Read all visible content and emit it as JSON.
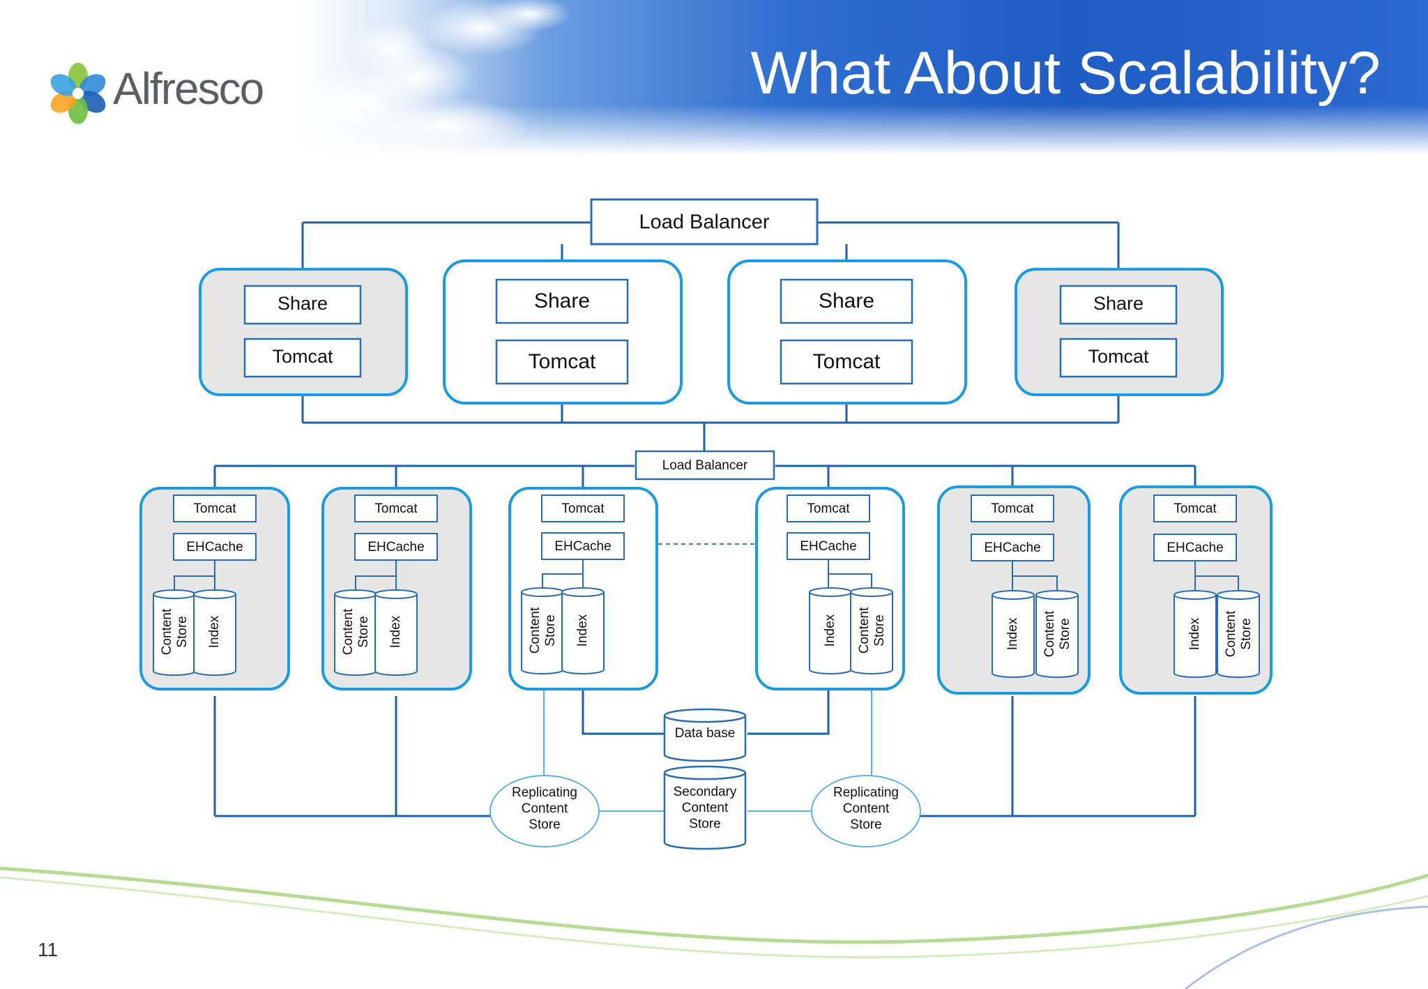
{
  "slide": {
    "title": "What About Scalability?",
    "logo_text": "Alfresco",
    "page_number": "11"
  },
  "diagram": {
    "top_load_balancer": "Load Balancer",
    "share_tier": [
      {
        "share": "Share",
        "tomcat": "Tomcat"
      },
      {
        "share": "Share",
        "tomcat": "Tomcat"
      },
      {
        "share": "Share",
        "tomcat": "Tomcat"
      },
      {
        "share": "Share",
        "tomcat": "Tomcat"
      }
    ],
    "mid_load_balancer": "Load Balancer",
    "repo_tier": [
      {
        "tomcat": "Tomcat",
        "cache": "EHCache",
        "store_a": [
          "Content",
          "Store"
        ],
        "store_b": "Index"
      },
      {
        "tomcat": "Tomcat",
        "cache": "EHCache",
        "store_a": [
          "Content",
          "Store"
        ],
        "store_b": "Index"
      },
      {
        "tomcat": "Tomcat",
        "cache": "EHCache",
        "store_a": [
          "Content",
          "Store"
        ],
        "store_b": "Index"
      },
      {
        "tomcat": "Tomcat",
        "cache": "EHCache",
        "store_a": "Index",
        "store_b": [
          "Content",
          "Store"
        ]
      },
      {
        "tomcat": "Tomcat",
        "cache": "EHCache",
        "store_a": "Index",
        "store_b": [
          "Content",
          "Store"
        ]
      },
      {
        "tomcat": "Tomcat",
        "cache": "EHCache",
        "store_a": "Index",
        "store_b": [
          "Content",
          "Store"
        ]
      }
    ],
    "database": "Data base",
    "secondary_store": [
      "Secondary",
      "Content",
      "Store"
    ],
    "replicating_left": [
      "Replicating",
      "Content",
      "Store"
    ],
    "replicating_right": [
      "Replicating",
      "Content",
      "Store"
    ]
  },
  "colors": {
    "connector": "#1f5fa8",
    "node_border": "#1a9be0",
    "box_border": "#2a6cb0",
    "panel_fill": "#e6e6e6",
    "header_blue": "#2563c8"
  }
}
